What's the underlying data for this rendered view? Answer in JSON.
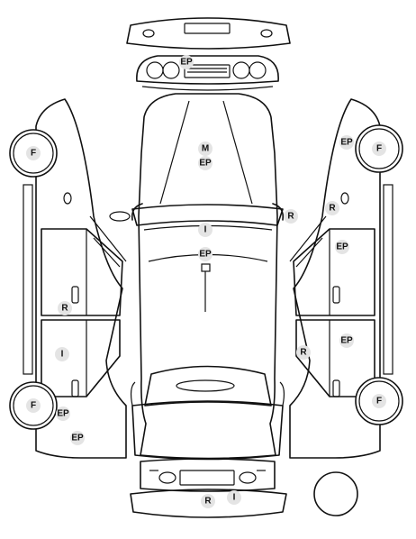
{
  "badges": {
    "rear_bumper": "EP",
    "roof_top": "M",
    "roof_bottom": "EP",
    "front_left_wheel": "F",
    "front_right_wheel": "F",
    "right_front_fender": "EP",
    "right_front_mirror": "R",
    "right_mirror": "R",
    "hood_top": "I",
    "hood_bottom": "EP",
    "right_front_door": "EP",
    "left_front_door": "R",
    "left_rear_door": "I",
    "right_rear_door_top": "EP",
    "right_rear_door_bottom": "R",
    "rear_left_wheel": "F",
    "rear_left_quarter": "EP",
    "rear_left_lower": "EP",
    "rear_right_wheel": "F",
    "front_bumper_left": "R",
    "front_bumper_right": "I"
  }
}
